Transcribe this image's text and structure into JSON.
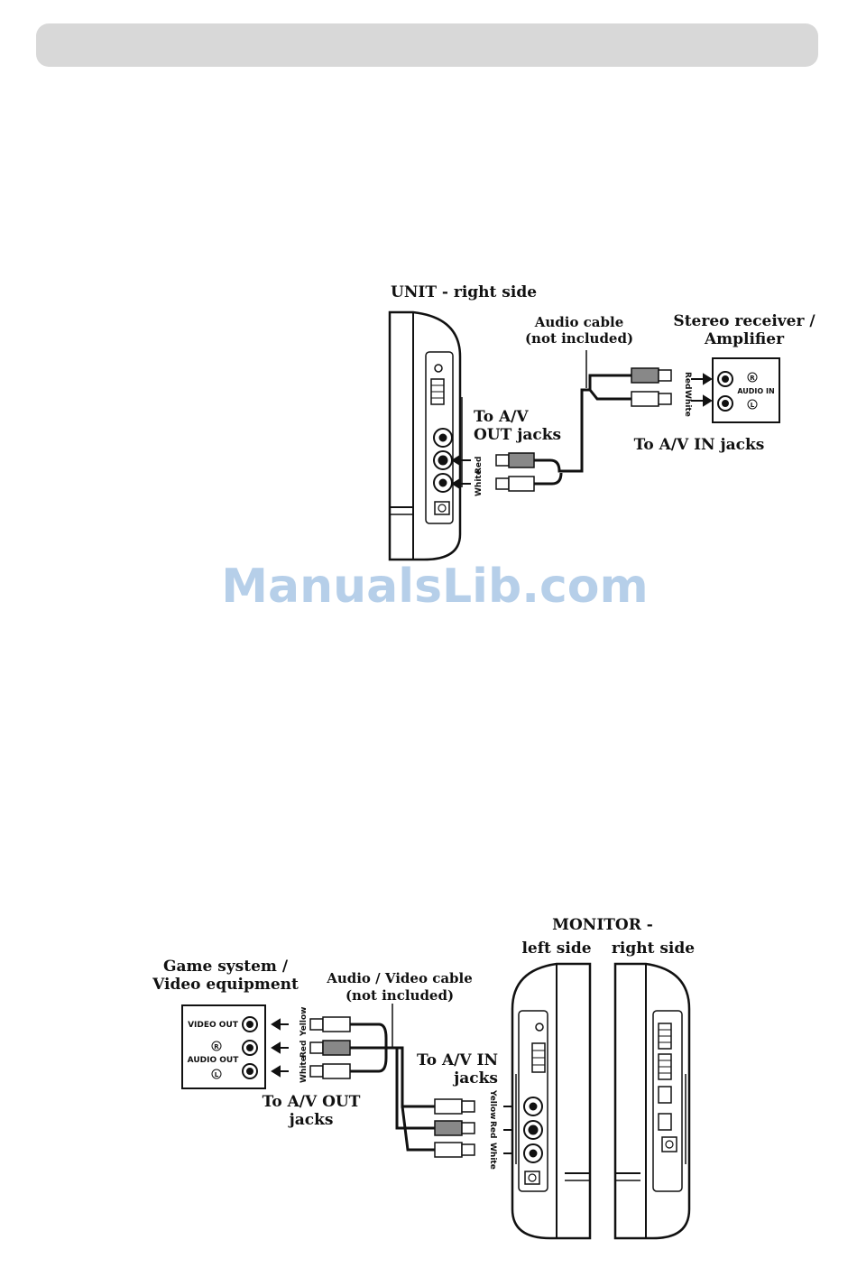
{
  "top_diagram": {
    "unit_title": "UNIT - right side",
    "cable_label_1": "Audio cable",
    "cable_label_2": "(not included)",
    "receiver_title_1": "Stereo receiver /",
    "receiver_title_2": "Amplifier",
    "out_jacks_1": "To A/V",
    "out_jacks_2": "OUT jacks",
    "in_jacks": "To A/V IN jacks",
    "audio_in": "AUDIO IN",
    "r_mark": "R",
    "l_mark": "L",
    "red": "Red",
    "white": "White"
  },
  "watermark": "ManualsLib.com",
  "bottom_diagram": {
    "monitor_title": "MONITOR -",
    "left_side": "left side",
    "right_side": "right side",
    "game_title_1": "Game system /",
    "game_title_2": "Video equipment",
    "cable_label_1": "Audio / Video cable",
    "cable_label_2": "(not included)",
    "video_out": "VIDEO OUT",
    "audio_out": "AUDIO OUT",
    "r_mark": "R",
    "l_mark": "L",
    "out_jacks_1": "To A/V OUT",
    "out_jacks_2": "jacks",
    "in_jacks_1": "To A/V IN",
    "in_jacks_2": "jacks",
    "yellow": "Yellow",
    "red": "Red",
    "white": "White"
  }
}
